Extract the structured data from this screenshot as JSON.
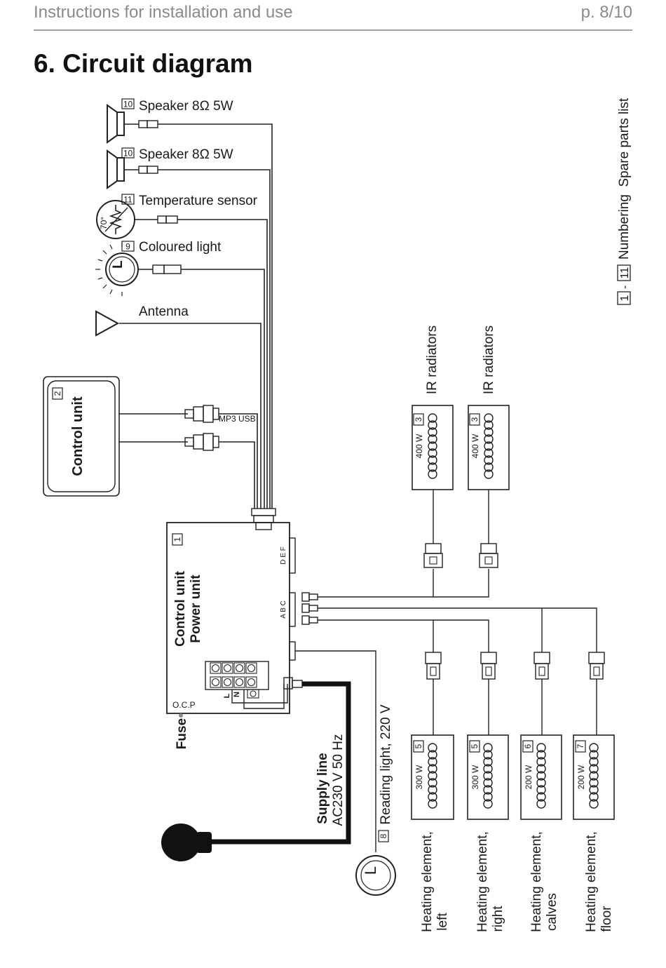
{
  "header": {
    "doc_title": "Instructions for installation and use",
    "page": "p. 8/10"
  },
  "section_title": "6. Circuit diagram",
  "legend": {
    "range_from": "1",
    "dash": "-",
    "range_to": "11",
    "text": "Numbering  Spare parts list"
  },
  "components": {
    "speaker1": {
      "num": "10",
      "label": "Speaker 8Ω 5W"
    },
    "speaker2": {
      "num": "10",
      "label": "Speaker 8Ω 5W"
    },
    "temp_sensor": {
      "num": "11",
      "label": "Temperature sensor",
      "deg": "70°"
    },
    "coloured_light": {
      "num": "9",
      "label": "Coloured light",
      "symbol": "L"
    },
    "antenna": {
      "label": "Antenna"
    },
    "control_unit": {
      "num": "2",
      "label": "Control unit"
    },
    "mp3": {
      "label": "MP3 USB"
    },
    "power_unit": {
      "num": "1",
      "line1": "Control unit",
      "line2": "Power unit",
      "ocp": "O.C.P"
    },
    "ports_def": "D E F",
    "ports_abc": "A B C",
    "terminals": {
      "l": "L",
      "n": "N"
    },
    "fuse": "Fuse",
    "supply": {
      "line1": "Supply line",
      "line2": "AC230 V 50 Hz"
    },
    "reading_light": {
      "num": "8",
      "label": "Reading light, 220 V",
      "symbol": "L"
    },
    "ir1": {
      "num": "3",
      "power": "400 W",
      "label": "IR radiators"
    },
    "ir2": {
      "num": "3",
      "power": "400 W",
      "label": "IR radiators"
    },
    "heat_left": {
      "num": "5",
      "power": "300 W",
      "line1": "Heating element,",
      "line2": "left"
    },
    "heat_right": {
      "num": "5",
      "power": "300 W",
      "line1": "Heating element,",
      "line2": "right"
    },
    "heat_calves": {
      "num": "6",
      "power": "200 W",
      "line1": "Heating element,",
      "line2": "calves"
    },
    "heat_floor": {
      "num": "7",
      "power": "200 W",
      "line1": "Heating element,",
      "line2": "floor"
    }
  }
}
